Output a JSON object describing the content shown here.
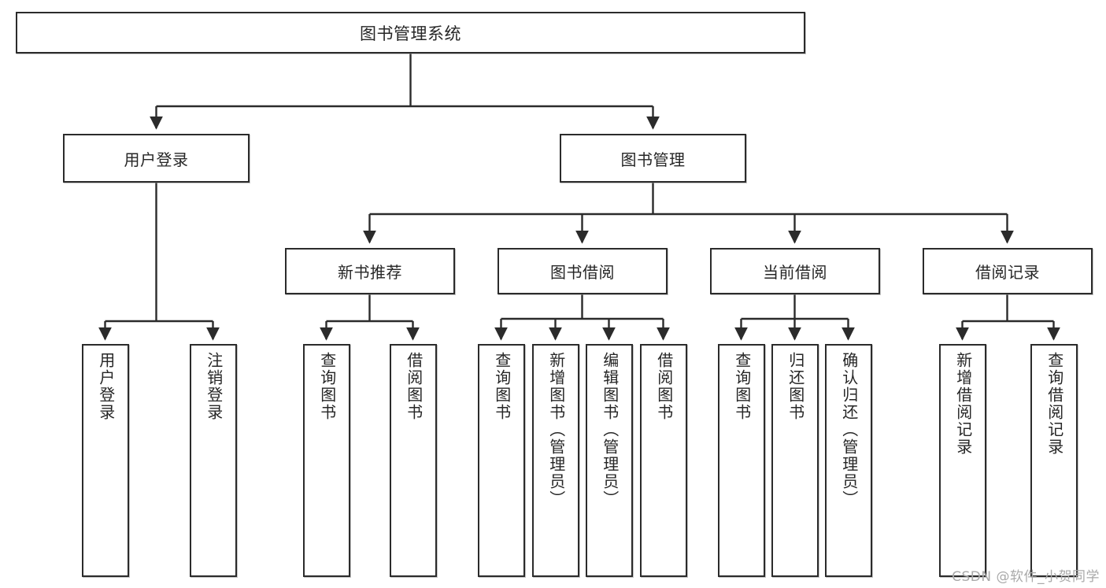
{
  "diagram": {
    "title": "图书管理系统",
    "type": "tree",
    "colors": {
      "box_border": "#2b2b2b",
      "box_fill": "#ffffff",
      "edge": "#2b2b2b",
      "text": "#262626",
      "watermark": "#a9a9a9"
    },
    "root": {
      "label": "图书管理系统"
    },
    "level2": [
      {
        "label": "用户登录"
      },
      {
        "label": "图书管理"
      }
    ],
    "level3": [
      {
        "label": "新书推荐"
      },
      {
        "label": "图书借阅"
      },
      {
        "label": "当前借阅"
      },
      {
        "label": "借阅记录"
      }
    ],
    "leaves": [
      {
        "label": "用户登录",
        "parent": "用户登录"
      },
      {
        "label": "注销登录",
        "parent": "用户登录"
      },
      {
        "label": "查询图书",
        "parent": "新书推荐"
      },
      {
        "label": "借阅图书",
        "parent": "新书推荐"
      },
      {
        "label": "查询图书",
        "parent": "图书借阅"
      },
      {
        "label": "新增图书（管理员）",
        "parent": "图书借阅"
      },
      {
        "label": "编辑图书（管理员）",
        "parent": "图书借阅"
      },
      {
        "label": "借阅图书",
        "parent": "图书借阅"
      },
      {
        "label": "查询图书",
        "parent": "当前借阅"
      },
      {
        "label": "归还图书",
        "parent": "当前借阅"
      },
      {
        "label": "确认归还（管理员）",
        "parent": "当前借阅"
      },
      {
        "label": "新增借阅记录",
        "parent": "借阅记录"
      },
      {
        "label": "查询借阅记录",
        "parent": "借阅记录"
      }
    ],
    "watermark": "CSDN @软件_小贺同学"
  }
}
